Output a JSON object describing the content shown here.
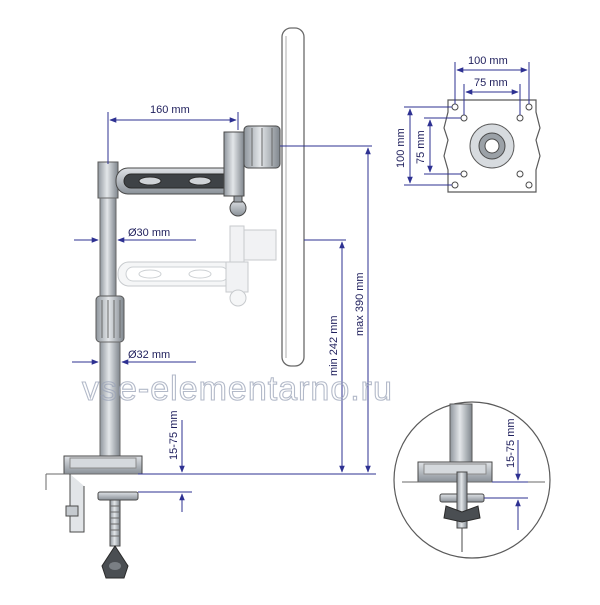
{
  "colors": {
    "dimension_line": "#2e3192",
    "outline": "#5a5a5a",
    "metal": "#b9bec4",
    "ghost": "#c8cdd2",
    "watermark": "#9aa3b8"
  },
  "labels": {
    "arm_length": "160 mm",
    "pole_diameter": "Ø30 mm",
    "base_diameter": "Ø32 mm",
    "clamp_range": "15-75 mm",
    "min_height": "min 242 mm",
    "max_height": "max 390 mm",
    "vesa_large": "100 mm",
    "vesa_small": "75 mm",
    "vesa_large_v": "100 mm",
    "vesa_small_v": "75 mm",
    "detail_clamp_range": "15-75 mm"
  },
  "watermark": "vse-elementarno.ru"
}
